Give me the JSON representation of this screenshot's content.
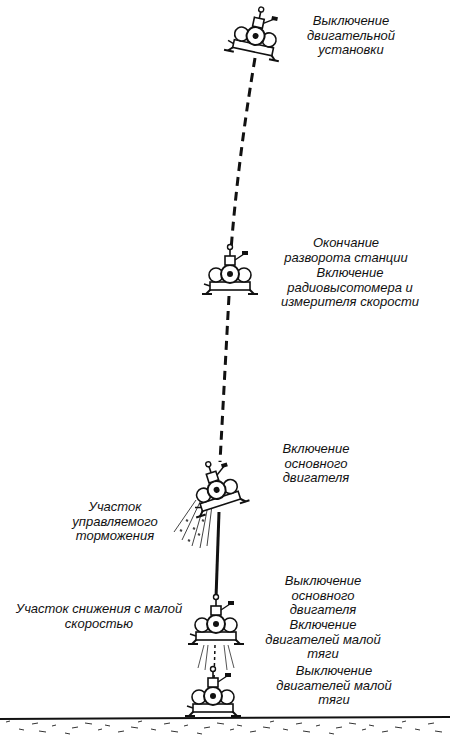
{
  "diagram": {
    "labels": [
      "Выключение двигательной установки",
      "Окончание разворота станции",
      "Включение радиовысотомера и измерителя скорости",
      "Включение основного двигателя",
      "Участок управляемого торможения",
      "Выключение основного двигателя",
      "Включение двигателей малой тяги",
      "Участок снижения с малой скоростью",
      "Выключение двигателей малой тяги"
    ]
  }
}
